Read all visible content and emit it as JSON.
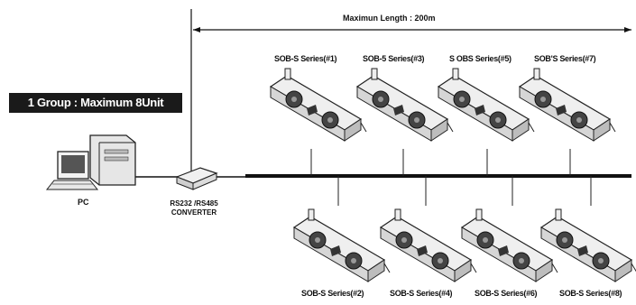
{
  "diagram": {
    "max_length_label": "Maximun Length : 200m",
    "group_label": "1 Group : Maximum 8Unit",
    "pc_label": "PC",
    "converter_label_line1": "RS232 /RS485",
    "converter_label_line2": "CONVERTER",
    "units_top": [
      {
        "label": "SOB-S Series(#1)"
      },
      {
        "label": "SOB-5 Series(#3)"
      },
      {
        "label": "S OBS Series(#5)"
      },
      {
        "label": "SOB'S Series(#7)"
      }
    ],
    "units_bottom": [
      {
        "label": "SOB-S Series(#2)"
      },
      {
        "label": "SOB-S Series(#4)"
      },
      {
        "label": "SOB-S Series(#6)"
      },
      {
        "label": "SOB-S Series(#8)"
      }
    ]
  }
}
